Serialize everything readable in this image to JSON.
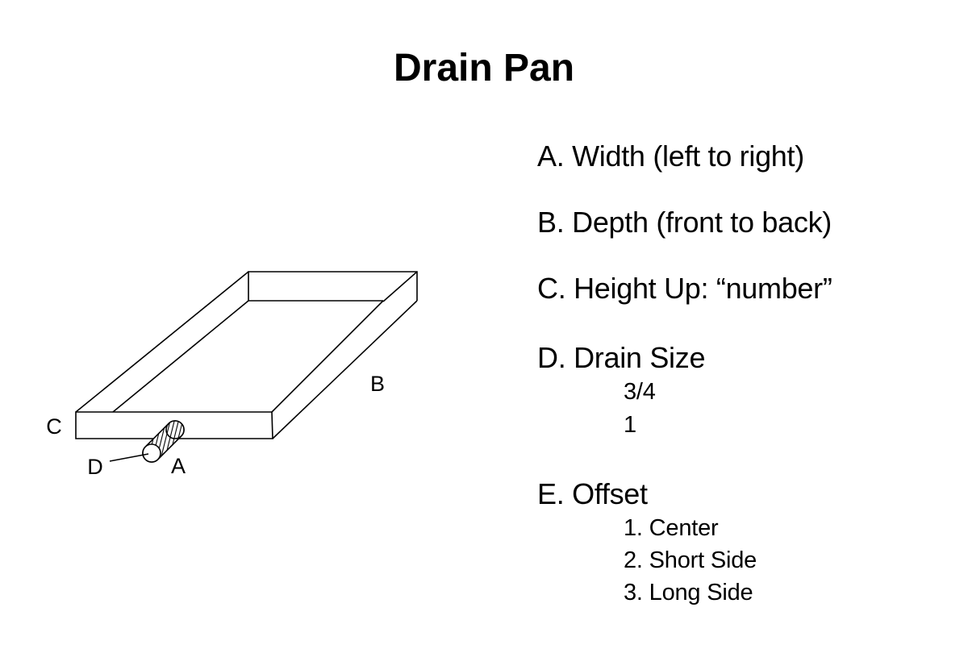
{
  "colors": {
    "background": "#ffffff",
    "ink": "#000000"
  },
  "title": "Drain Pan",
  "diagram": {
    "labels": {
      "a": "A",
      "b": "B",
      "c": "C",
      "d": "D"
    }
  },
  "legend": {
    "items": [
      {
        "label": "A. Width (left to right)",
        "subitems": []
      },
      {
        "label": "B. Depth (front to back)",
        "subitems": []
      },
      {
        "label": "C. Height Up: “number”",
        "subitems": []
      },
      {
        "label": "D. Drain Size",
        "subitems": [
          "3/4",
          "1"
        ]
      },
      {
        "label": "E. Offset",
        "subitems": [
          "1. Center",
          "2. Short Side",
          "3. Long Side"
        ]
      }
    ]
  }
}
